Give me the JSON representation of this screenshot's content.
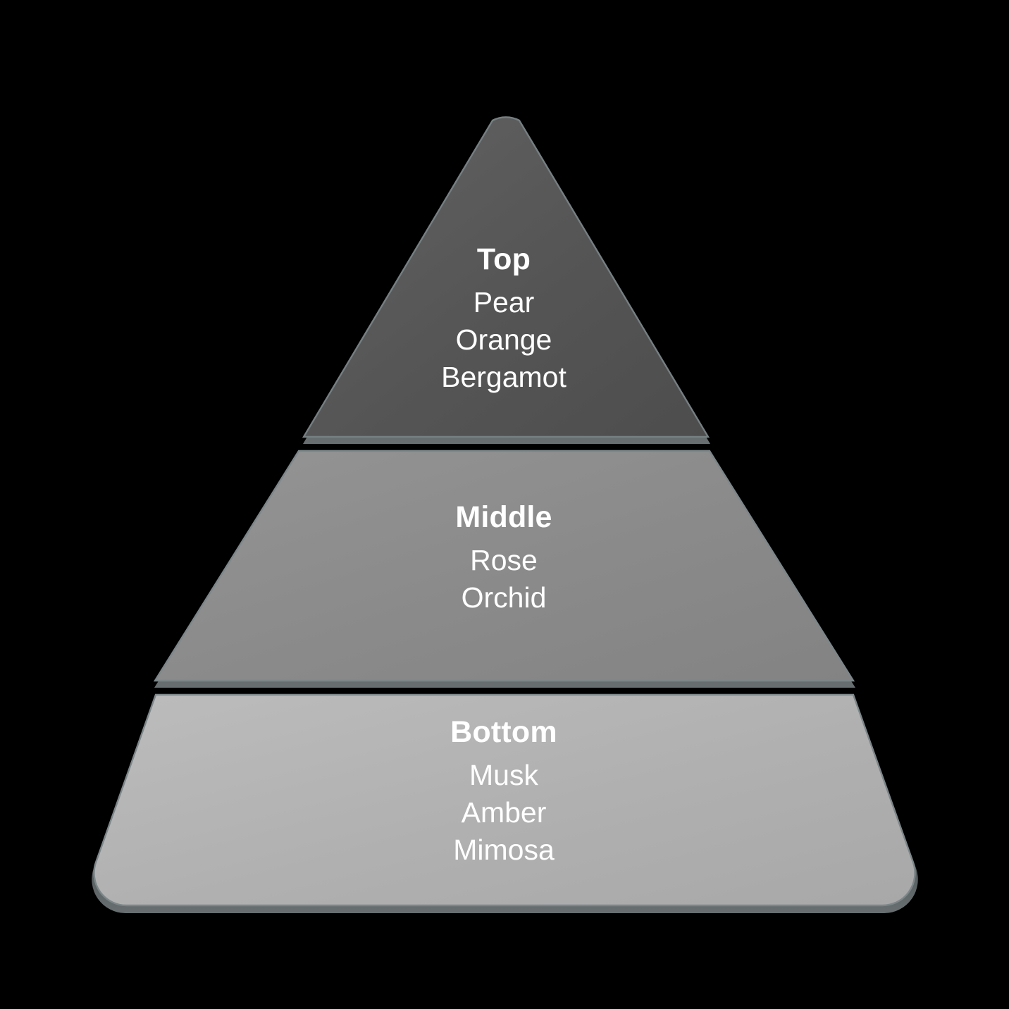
{
  "background_color": "#000000",
  "diagram": {
    "type": "fragrance-note-pyramid",
    "layers": [
      {
        "id": "top",
        "title": "Top",
        "items": [
          "Pear",
          "Orange",
          "Bergamot"
        ],
        "fill_color": "#565656",
        "text_color": "#ffffff"
      },
      {
        "id": "middle",
        "title": "Middle",
        "items": [
          "Rose",
          "Orchid"
        ],
        "fill_color": "#8b8b8b",
        "text_color": "#ffffff"
      },
      {
        "id": "bottom",
        "title": "Bottom",
        "items": [
          "Musk",
          "Amber",
          "Mimosa"
        ],
        "fill_color": "#b1b1b1",
        "text_color": "#ffffff"
      }
    ]
  }
}
